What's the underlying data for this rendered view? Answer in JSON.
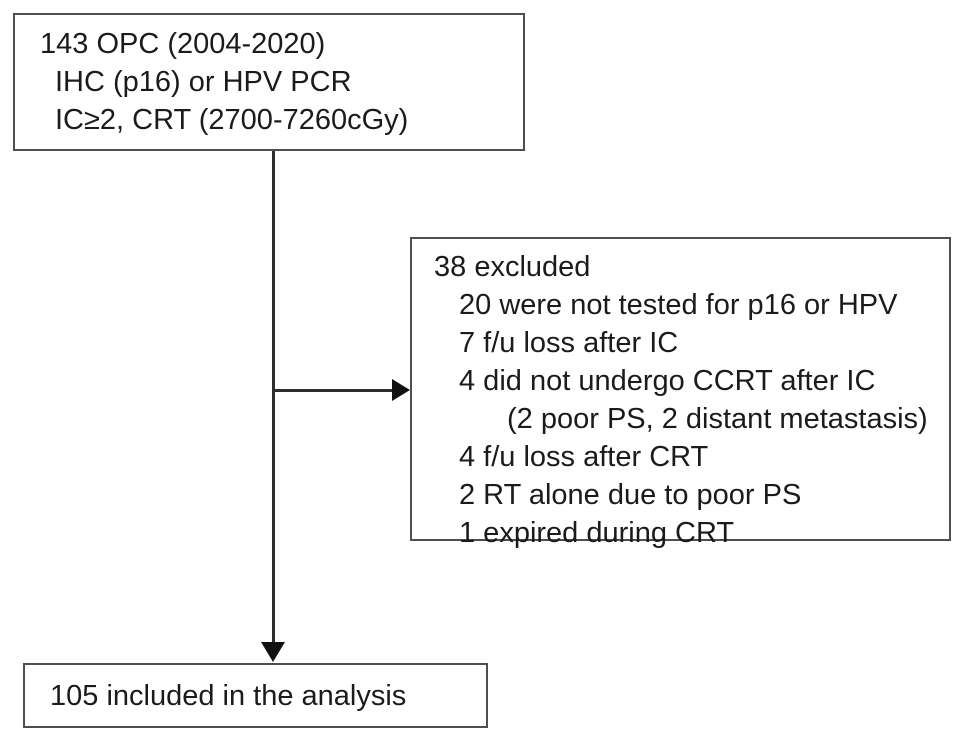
{
  "diagram": {
    "type": "study-flowchart",
    "colors": {
      "background": "#ffffff",
      "box_border": "#4f4f4f",
      "text": "#1b1b1b",
      "connector": "#2e2e2e",
      "arrow": "#111111"
    },
    "top_box": {
      "lines": [
        "143 OPC (2004-2020)",
        "IHC (p16) or HPV PCR",
        "IC≥2, CRT (2700-7260cGy)"
      ]
    },
    "excluded_box": {
      "title": "38 excluded",
      "items": [
        "20 were not tested for p16 or HPV",
        "7 f/u loss after IC",
        "4 did not undergo CCRT after IC",
        "(2 poor PS, 2 distant metastasis)",
        "4 f/u loss after CRT",
        "2 RT alone due to poor PS",
        "1 expired during CRT"
      ]
    },
    "bottom_box": {
      "text": "105 included in the analysis"
    }
  }
}
